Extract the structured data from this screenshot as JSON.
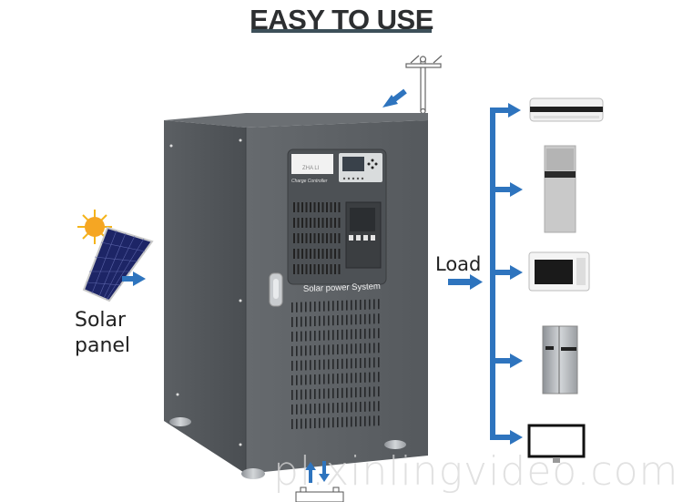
{
  "header": {
    "title": "EASY TO USE"
  },
  "labels": {
    "solar_line1": "Solar",
    "solar_line2": "panel",
    "load": "Load",
    "cabinet_text": "Solar power System",
    "controller_brand": "ZHA LI",
    "controller_caption": "Charge Controller"
  },
  "appliances": [
    {
      "name": "air-conditioner-wall"
    },
    {
      "name": "air-conditioner-floor"
    },
    {
      "name": "microwave"
    },
    {
      "name": "refrigerator"
    },
    {
      "name": "monitor"
    }
  ],
  "watermark": "pl.xinlingvideo.com",
  "colors": {
    "arrow_blue": "#2e74be",
    "cabinet": "#5a5e62",
    "title_bar": "#3d5059"
  }
}
